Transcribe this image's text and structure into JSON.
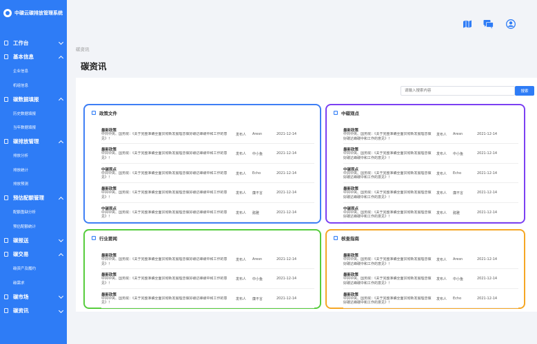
{
  "app": {
    "title": "中碳云碳排放管理系统"
  },
  "sidebar": {
    "items": [
      {
        "label": "工作台",
        "expanded": false,
        "children": []
      },
      {
        "label": "基本信息",
        "expanded": true,
        "children": [
          "企业信息",
          "机组信息"
        ]
      },
      {
        "label": "碳数据填报",
        "expanded": true,
        "children": [
          "历史数据填报",
          "当年数据填报"
        ]
      },
      {
        "label": "碳排放管理",
        "expanded": true,
        "children": [
          "排放分析",
          "排放统计",
          "排放预测"
        ]
      },
      {
        "label": "预估配额管理",
        "expanded": true,
        "children": [
          "配额盈缺分析",
          "预估配额统计"
        ]
      },
      {
        "label": "碳报送",
        "expanded": false,
        "children": []
      },
      {
        "label": "碳交易",
        "expanded": true,
        "children": [
          "碳资产及履约",
          "碳需求"
        ]
      },
      {
        "label": "碳市场",
        "expanded": false,
        "children": []
      },
      {
        "label": "碳资讯",
        "expanded": false,
        "children": []
      }
    ]
  },
  "header": {
    "icons": [
      "map-icon",
      "chat-icon",
      "user-icon"
    ]
  },
  "breadcrumb": "碳资讯",
  "page_title": "碳资讯",
  "search": {
    "placeholder": "请输入搜索内容",
    "button": "搜索"
  },
  "colors": {
    "accent": "#2e7cf6",
    "policy": "#3d7ef5",
    "viewpoint": "#7b3ff2",
    "industry": "#55cc3b",
    "verification": "#f5a623"
  },
  "common": {
    "publisher_label": "发布人",
    "summary": "中共中央、国务院：《关于完整准确全面贯彻新发展理念做好碳达峰碳中和工作的意见》！"
  },
  "cards": [
    {
      "title": "政策文件",
      "rows": [
        {
          "tag": "最新政策",
          "author": "Aresn",
          "date": "2021-12-14"
        },
        {
          "tag": "最新政策",
          "author": "中小鱼",
          "date": "2021-12-14"
        },
        {
          "tag": "中碳观点",
          "author": "Echo",
          "date": "2021-12-14"
        },
        {
          "tag": "最新政策",
          "author": "廉不言",
          "date": "2021-12-14"
        },
        {
          "tag": "中碳观点",
          "author": "懿雅",
          "date": "2021-12-14"
        }
      ]
    },
    {
      "title": "中碳观点",
      "rows": [
        {
          "tag": "最新政策",
          "author": "Aresn",
          "date": "2021-12-14"
        },
        {
          "tag": "最新政策",
          "author": "中小鱼",
          "date": "2021-12-14"
        },
        {
          "tag": "中碳观点",
          "author": "Echo",
          "date": "2021-12-14"
        },
        {
          "tag": "最新政策",
          "author": "廉不言",
          "date": "2021-12-14"
        },
        {
          "tag": "中碳观点",
          "author": "懿雅",
          "date": "2021-12-14"
        }
      ]
    },
    {
      "title": "行业要闻",
      "rows": [
        {
          "tag": "最新政策",
          "author": "Aresn",
          "date": "2021-12-14"
        },
        {
          "tag": "最新政策",
          "author": "中小鱼",
          "date": "2021-12-14"
        },
        {
          "tag": "最新政策",
          "author": "廉不言",
          "date": "2021-12-14"
        }
      ]
    },
    {
      "title": "核查指南",
      "rows": [
        {
          "tag": "最新政策",
          "author": "Aresn",
          "date": "2021-12-14"
        },
        {
          "tag": "最新政策",
          "author": "中小鱼",
          "date": "2021-12-14"
        },
        {
          "tag": "最新政策",
          "author": "Echo",
          "date": "2021-12-14"
        }
      ]
    }
  ]
}
